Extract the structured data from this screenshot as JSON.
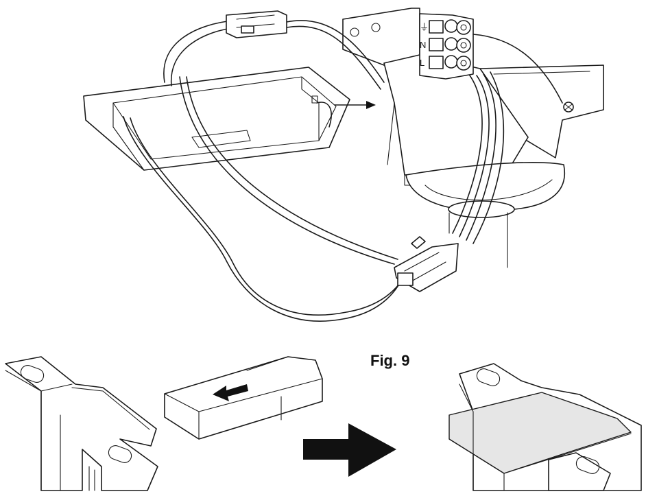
{
  "figure": {
    "caption": "Fig. 9"
  },
  "terminal_block": {
    "labels": [
      "⏚",
      "N",
      "L"
    ]
  },
  "colors": {
    "line": "#1a1a1a",
    "arrow_fill": "#111111",
    "background": "#ffffff"
  }
}
